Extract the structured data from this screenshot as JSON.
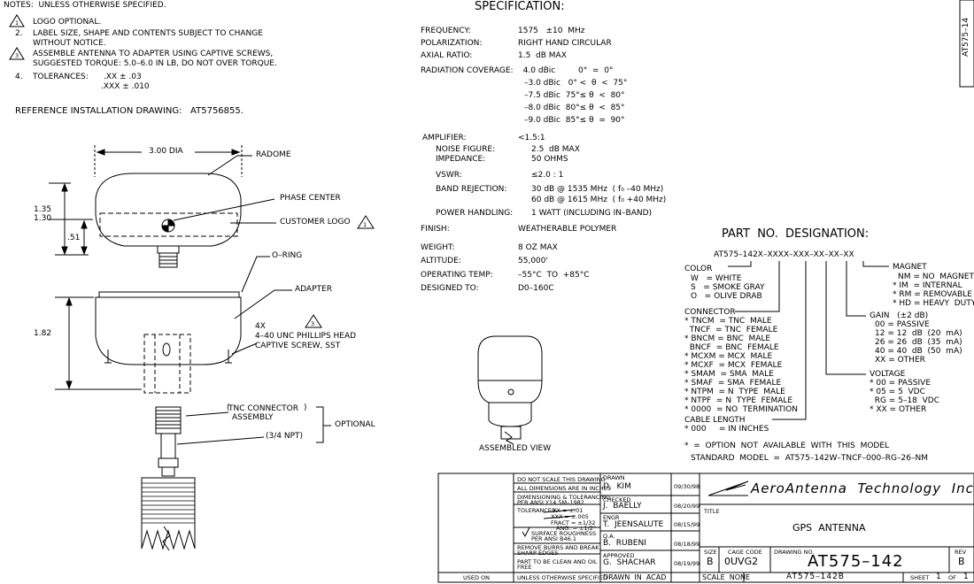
{
  "notes": {
    "header": "NOTES:  UNLESS OTHERWISE SPECIFIED.",
    "n1": "LOGO OPTIONAL.",
    "n2a": "LABEL SIZE, SHAPE AND CONTENTS SUBJECT TO CHANGE",
    "n2b": "WITHOUT NOTICE.",
    "n2num": "2.",
    "n3a": "ASSEMBLE ANTENNA TO ADAPTER USING CAPTIVE SCREWS,",
    "n3b": "SUGGESTED TORQUE: 5.0–6.0 IN LB, DO NOT OVER TORQUE.",
    "n4num": "4.",
    "n4a": "TOLERANCES:      .XX ± .03",
    "n4b": ".XXX ± .010",
    "ref": "REFERENCE INSTALLATION DRAWING:   AT5756855.",
    "tri1": "1",
    "tri3": "3"
  },
  "drawing": {
    "dia": "3.00 DIA",
    "radome": "RADOME",
    "phase_center": "PHASE CENTER",
    "customer_logo": "CUSTOMER LOGO",
    "dim_135": "1.35",
    "dim_130": "1.30",
    "dim_51": ".51",
    "oring": "O–RING",
    "adapter": "ADAPTER",
    "dim_182": "1.82",
    "screw_qty": "4X",
    "screw_a": "4–40 UNC PHILLIPS HEAD",
    "screw_b": "CAPTIVE SCREW, SST",
    "tnc_a": "TNC CONNECTOR",
    "tnc_b": "ASSEMBLY",
    "npt": "(3/4 NPT)",
    "optional": "OPTIONAL",
    "assembled": "ASSEMBLED VIEW"
  },
  "spec": {
    "title": "SPECIFICATION:",
    "rows": [
      {
        "k": "FREQUENCY:",
        "v": "1575   ±10  MHz"
      },
      {
        "k": "POLARIZATION:",
        "v": "RIGHT HAND CIRCULAR"
      },
      {
        "k": "AXIAL RATIO:",
        "v": "1.5  dB MAX"
      },
      {
        "k": "RADIATION COVERAGE:",
        "v": "  4.0 dBic         0°  =  0°"
      }
    ],
    "coverage": [
      "–3.0 dBic   0° <  θ  <  75°",
      "–7.5 dBic  75°≤ θ  <  80°",
      "–8.0 dBic  80°≤ θ  <  85°",
      "–9.0 dBic  85°≤ θ  =  90°"
    ],
    "amplifier_k": "AMPLIFIER:",
    "amplifier_v": "<1.5:1",
    "noise_k": "NOISE FIGURE:",
    "noise_v": "2.5  dB MAX",
    "imp_k": "IMPEDANCE:",
    "imp_v": "50 OHMS",
    "vswr_k": "VSWR:",
    "vswr_v": "≤2.0 : 1",
    "band_k": "BAND REJECTION:",
    "band_v1": "30 dB @ 1535 MHz  ( f₀ –40 MHz)",
    "band_v2": "60 dB @ 1615 MHz  ( f₀ +40 MHz)",
    "power_k": "POWER HANDLING:",
    "power_v": "1 WATT (INCLUDING IN–BAND)",
    "finish_k": "FINISH:",
    "finish_v": "WEATHERABLE POLYMER",
    "weight_k": "WEIGHT:",
    "weight_v": "8 OZ MAX",
    "alt_k": "ALTITUDE:",
    "alt_v": "55,000'",
    "temp_k": "OPERATING TEMP:",
    "temp_v": "–55°C  TO  +85°C",
    "design_k": "DESIGNED TO:",
    "design_v": "D0–160C"
  },
  "pn": {
    "title": "PART  NO.  DESIGNATION:",
    "code": "AT575–142X–XXXX–XXX–XX–XX–XX",
    "color_h": "COLOR",
    "color": [
      "W   = WHITE",
      "S   = SMOKE GRAY",
      "O   = OLIVE DRAB"
    ],
    "conn_h": "CONNECTOR",
    "conn": [
      "* TNCM  = TNC  MALE",
      "  TNCF  = TNC  FEMALE",
      "* BNCM = BNC  MALE",
      "  BNCF  = BNC  FEMALE",
      "* MCXM = MCX  MALE",
      "* MCXF  = MCX  FEMALE",
      "* SMAM  = SMA  MALE",
      "* SMAF  = SMA  FEMALE",
      "* NTPM  = N  TYPE  MALE",
      "* NTPF  = N  TYPE  FEMALE",
      "* 0000  = NO  TERMINATION"
    ],
    "cable_h": "CABLE LENGTH",
    "cable": "* 000     = IN INCHES",
    "magnet_h": "MAGNET",
    "magnet": [
      "NM = NO  MAGNET",
      "* IM  = INTERNAL",
      "* RM = REMOVABLE",
      "* HD = HEAVY  DUTY"
    ],
    "gain_h": "GAIN   (±2 dB)",
    "gain": [
      "00 = PASSIVE",
      "12 = 12  dB  (20  mA)",
      "26 = 26  dB  (35  mA)",
      "40 = 40  dB  (50  mA)",
      "XX = OTHER"
    ],
    "volt_h": "VOLTAGE",
    "volt": [
      "* 00 = PASSIVE",
      "* 05 = 5  VDC",
      "  RG = 5–18  VDC",
      "* XX = OTHER"
    ],
    "note1": "*  =  OPTION  NOT  AVAILABLE  WITH  THIS  MODEL",
    "note2": "STANDARD  MODEL  =  AT575–142W–TNCF–000–RG–26–NM"
  },
  "titleblock": {
    "used_on": "USED ON",
    "dns": "DO NOT SCALE THIS DRAWING",
    "dims": "ALL DIMENSIONS ARE IN INCHES",
    "dimtol_a": "DIMENSIONING & TOLERANCING",
    "dimtol_b": "PER ANSI Y14.5M–1982",
    "tol": "TOLERANCES:",
    "tol_xx": ".XX = ±.01",
    "tol_xxx": ".XXX = ±.005",
    "tol_fract": "FRACT = ±1/32",
    "tol_ang": "ANG. = ±1/2°",
    "surf_a": "SURFACE ROUGHNESS",
    "surf_b": "PER ANSI B46.1",
    "burrs_a": "REMOVE BURRS AND BREAK",
    "burrs_b": "SHARP EDGES",
    "clean_a": "PART TO BE CLEAN AND OIL",
    "clean_b": "FREE",
    "unless": "UNLESS OTHERWISE SPECIFIED",
    "drawn_h": "DRAWN",
    "drawn_n": "D.  KIM",
    "drawn_d": "09/30/98",
    "checked_h": "CHECKED",
    "checked_n": "J.  BAELLY",
    "checked_d": "08/20/99",
    "engr_h": "ENGR",
    "engr_n": "T.  JEENSALUTE",
    "engr_d": "08/15/99",
    "qa_h": "Q.A.",
    "qa_n": "B.  RUBENI",
    "qa_d": "08/18/99",
    "appr_h": "APPROVED",
    "appr_n": "G.  SHACHAR",
    "appr_d": "08/19/99",
    "drawn_in": "DRAWN  IN  ACAD",
    "company": "AeroAntenna  Technology  Inc",
    "title_h": "TITLE",
    "title": "GPS  ANTENNA",
    "size_h": "SIZE",
    "size": "B",
    "cage_h": "CAGE CODE",
    "cage": "0UVG2",
    "dwg_h": "DRAWING NO.",
    "dwg": "AT575–142",
    "rev_h": "REV",
    "rev": "B",
    "scale": "SCALE  NONE",
    "file": "AT575–142B",
    "sheet_l": "SHEET",
    "sheet_n": "1",
    "sheet_of": "OF",
    "sheet_t": "1",
    "edge": "AT575–14"
  }
}
